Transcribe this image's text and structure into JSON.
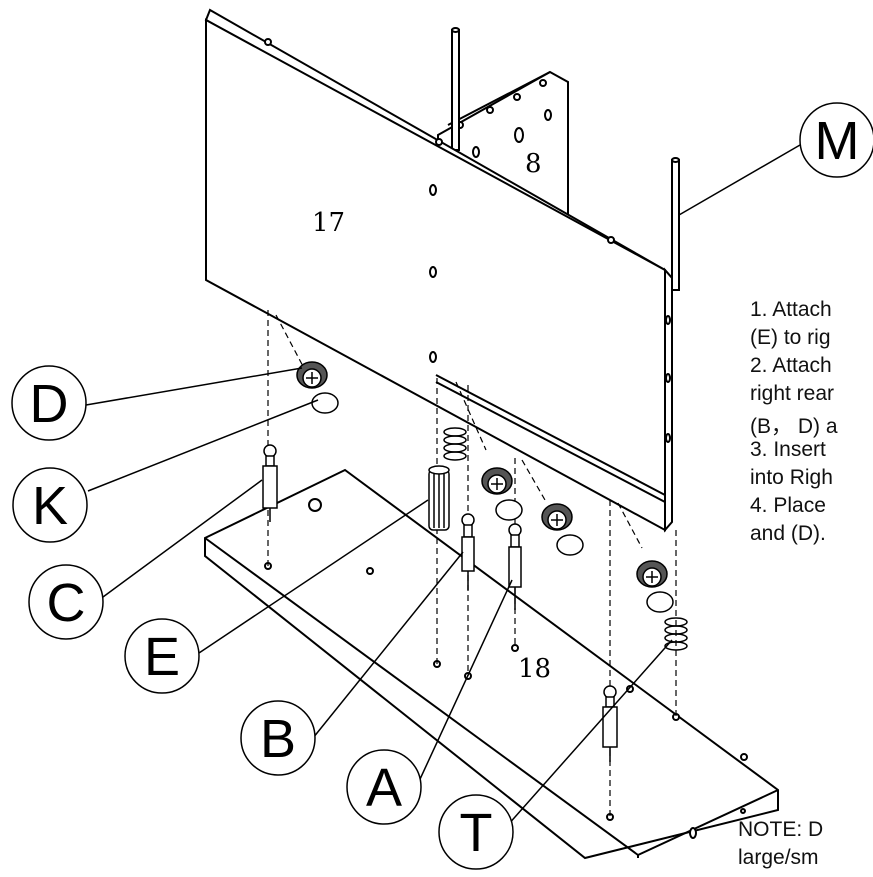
{
  "panels": {
    "panel_17": "17",
    "panel_8": "8",
    "panel_18": "18"
  },
  "parts": {
    "M": "M",
    "D": "D",
    "K": "K",
    "C": "C",
    "E": "E",
    "B": "B",
    "A": "A",
    "T": "T"
  },
  "instructions": {
    "step1_line1": "1. Attach",
    "step1_line2": "(E) to rig",
    "step2_line1": "2. Attach",
    "step2_line2": "right rear",
    "step2_line3": "(B， D) a",
    "step3_line1": "3. Insert",
    "step3_line2": "into Righ",
    "step4_line1": "4. Place",
    "step4_line2": "and (D)."
  },
  "note": {
    "line1": "NOTE: D",
    "line2": "large/sm"
  }
}
